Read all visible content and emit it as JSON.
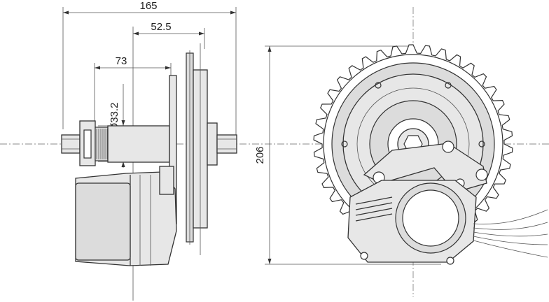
{
  "drawing": {
    "dimensions": {
      "overall_width": "165",
      "shaft_to_chainring": "52.5",
      "shaft_offset": "73",
      "shaft_diameter": "Ø33.2",
      "height": "206"
    }
  }
}
